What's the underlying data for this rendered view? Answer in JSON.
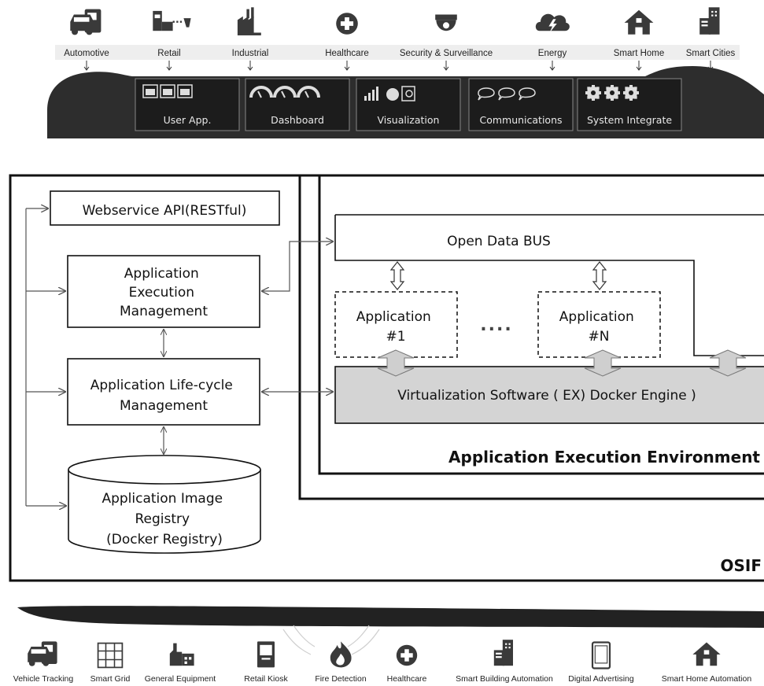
{
  "top_banner": {
    "categories": [
      {
        "label": "Automotive",
        "icon": "car-truck-icon"
      },
      {
        "label": "Retail",
        "icon": "retail-scanner-icon"
      },
      {
        "label": "Industrial",
        "icon": "factory-icon"
      },
      {
        "label": "Healthcare",
        "icon": "medical-cross-icon"
      },
      {
        "label": "Security & Surveillance",
        "icon": "security-camera-icon"
      },
      {
        "label": "Energy",
        "icon": "cloud-lightning-icon"
      },
      {
        "label": "Smart Home",
        "icon": "house-icon"
      },
      {
        "label": "Smart Cities",
        "icon": "building-icon"
      }
    ],
    "modules": [
      {
        "label": "User App.",
        "icon": "app-grid-icon"
      },
      {
        "label": "Dashboard",
        "icon": "gauge-icon"
      },
      {
        "label": "Visualization",
        "icon": "chart-icon"
      },
      {
        "label": "Communications",
        "icon": "chat-bubbles-icon"
      },
      {
        "label": "System Integrate",
        "icon": "gears-icon"
      }
    ]
  },
  "diagram": {
    "osif_label": "OSIF",
    "webservice_api": "Webservice API(RESTful)",
    "exec_mgmt": [
      "Application",
      "Execution",
      "Management"
    ],
    "lifecycle_mgmt": [
      "Application Life-cycle",
      "Management"
    ],
    "image_registry": [
      "Application Image",
      "Registry",
      "(Docker Registry)"
    ],
    "open_data_bus": "Open Data BUS",
    "app1": [
      "Application",
      "#1"
    ],
    "appN": [
      "Application",
      "#N"
    ],
    "ellipsis": "....",
    "virtualization": "Virtualization Software ( EX) Docker Engine )",
    "env_label": "Application Execution Environment"
  },
  "bottom_banner": {
    "items": [
      {
        "label": "Vehicle Tracking",
        "icon": "car-truck-icon"
      },
      {
        "label": "Smart Grid",
        "icon": "grid-icon"
      },
      {
        "label": "General Equipment",
        "icon": "equipment-icon"
      },
      {
        "label": "Retail Kiosk",
        "icon": "kiosk-icon"
      },
      {
        "label": "Fire Detection",
        "icon": "flame-icon"
      },
      {
        "label": "Healthcare",
        "icon": "medical-cross-icon"
      },
      {
        "label": "Smart Building Automation",
        "icon": "building-icon"
      },
      {
        "label": "Digital Advertising",
        "icon": "tablet-icon"
      },
      {
        "label": "Smart Home Automation",
        "icon": "house-icon"
      }
    ]
  },
  "colors": {
    "dark": "#2b2b2b",
    "box_fill": "#d4d4d4",
    "module": "#1e1e1e",
    "gray_text": "#333333"
  }
}
